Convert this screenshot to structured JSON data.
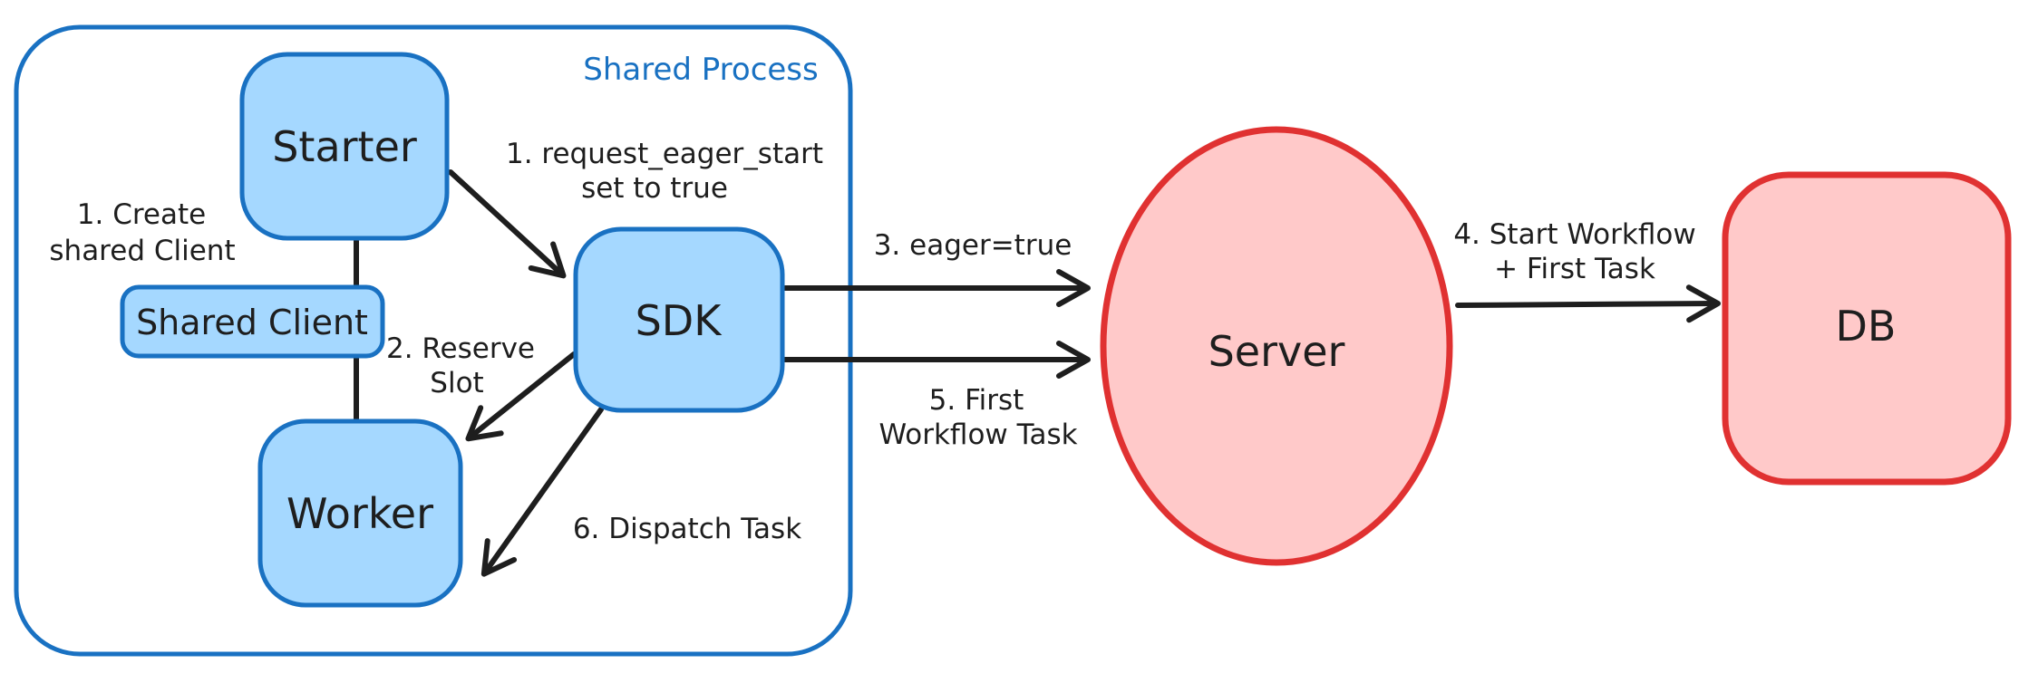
{
  "diagram": {
    "container_label": "Shared Process",
    "nodes": {
      "starter": "Starter",
      "shared_client": "Shared Client",
      "worker": "Worker",
      "sdk": "SDK",
      "server": "Server",
      "db": "DB"
    },
    "annotations": {
      "create_shared_client_line1": "1. Create",
      "create_shared_client_line2": "shared Client",
      "request_eager_start_line1": "1. request_eager_start",
      "request_eager_start_line2": "set to true",
      "reserve_slot_line1": "2. Reserve",
      "reserve_slot_line2": "Slot",
      "eager_true": "3. eager=true",
      "start_workflow_line1": "4. Start Workflow",
      "start_workflow_line2": "+ First Task",
      "first_workflow_task_line1": "5. First",
      "first_workflow_task_line2": "Workflow Task",
      "dispatch_task": "6. Dispatch Task"
    },
    "colors": {
      "blue_stroke": "#1971c2",
      "blue_fill": "#a5d8ff",
      "red_stroke": "#e03131",
      "red_fill": "#ffc9c9",
      "ink": "#1e1e1e",
      "background": "#ffffff"
    }
  }
}
